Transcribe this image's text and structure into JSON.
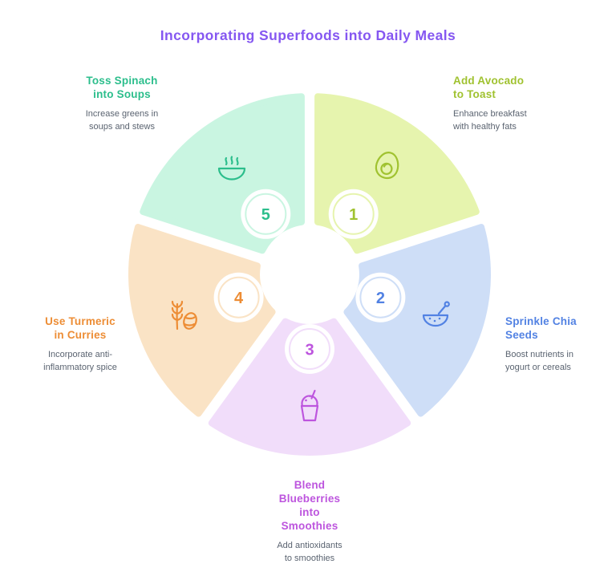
{
  "title": "Incorporating Superfoods into Daily Meals",
  "title_color": "#8557f1",
  "description_color": "#5a6370",
  "segments": [
    {
      "number": "1",
      "label": "Add Avocado to Toast",
      "description": "Enhance breakfast with healthy fats",
      "fill": "#e6f4ae",
      "accent": "#a0c230",
      "icon": "avocado-icon"
    },
    {
      "number": "2",
      "label": "Sprinkle Chia Seeds",
      "description": "Boost nutrients in yogurt or cereals",
      "fill": "#cedef7",
      "accent": "#5282e3",
      "icon": "chia-bowl-icon"
    },
    {
      "number": "3",
      "label": "Blend Blueberries into Smoothies",
      "description": "Add antioxidants to smoothies",
      "fill": "#f1ddfa",
      "accent": "#bd55de",
      "icon": "smoothie-icon"
    },
    {
      "number": "4",
      "label": "Use Turmeric in Curries",
      "description": "Incorporate anti-inflammatory spice",
      "fill": "#fae3c5",
      "accent": "#ed8d35",
      "icon": "turmeric-icon"
    },
    {
      "number": "5",
      "label": "Toss Spinach into Soups",
      "description": "Increase greens in soups and stews",
      "fill": "#c9f5e1",
      "accent": "#2cbe8c",
      "icon": "soup-bowl-icon"
    }
  ]
}
